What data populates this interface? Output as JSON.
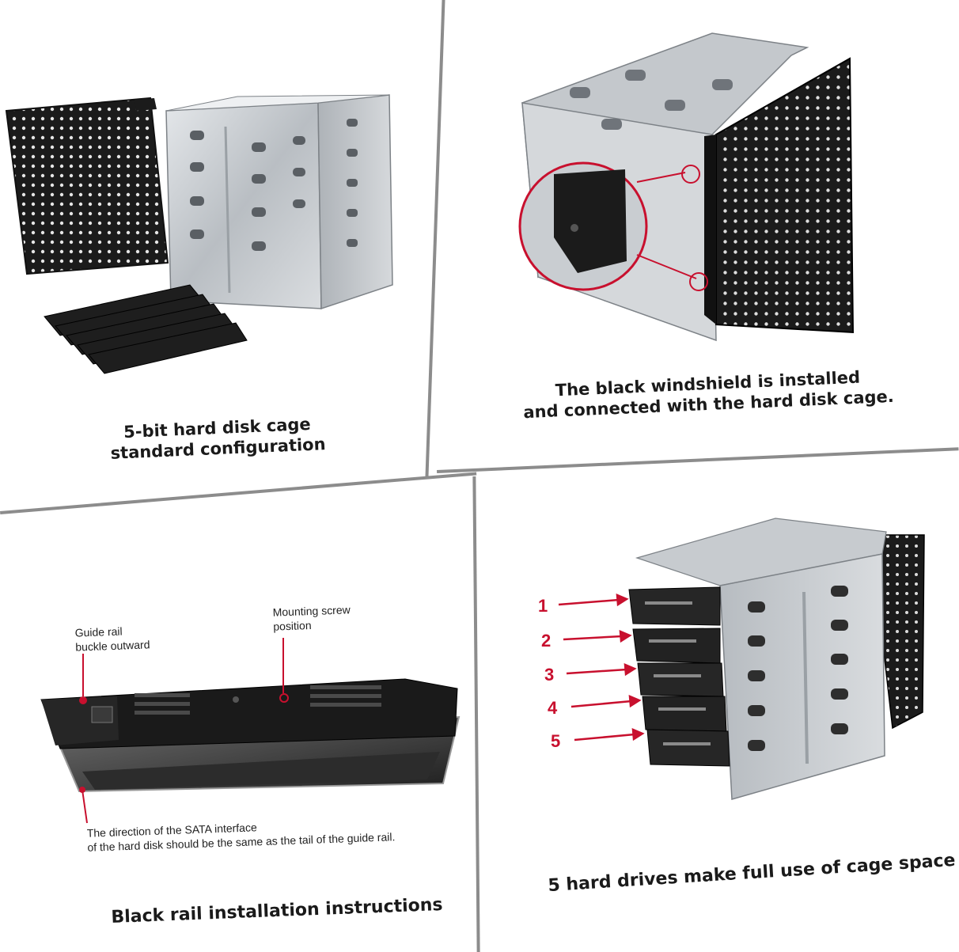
{
  "panels": {
    "top_left": {
      "caption_line1": "5-bit hard disk cage",
      "caption_line2": "standard configuration"
    },
    "top_right": {
      "caption_line1": "The black windshield is installed",
      "caption_line2": "and connected with the hard disk cage."
    },
    "bottom_left": {
      "caption": "Black rail installation instructions",
      "guide_rail_line1": "Guide rail",
      "guide_rail_line2": "buckle outward",
      "screw_line1": "Mounting screw",
      "screw_line2": "position",
      "sata_line1": "The direction of the SATA interface",
      "sata_line2": "of the hard disk should be the same as the tail of the guide rail."
    },
    "bottom_right": {
      "caption": "5 hard drives make full use of cage space",
      "drive_numbers": [
        "1",
        "2",
        "3",
        "4",
        "5"
      ]
    }
  },
  "colors": {
    "accent_red": "#c8102e",
    "divider": "#8c8c8c",
    "metal": "#c9cdd1",
    "black_part": "#1b1b1b"
  }
}
